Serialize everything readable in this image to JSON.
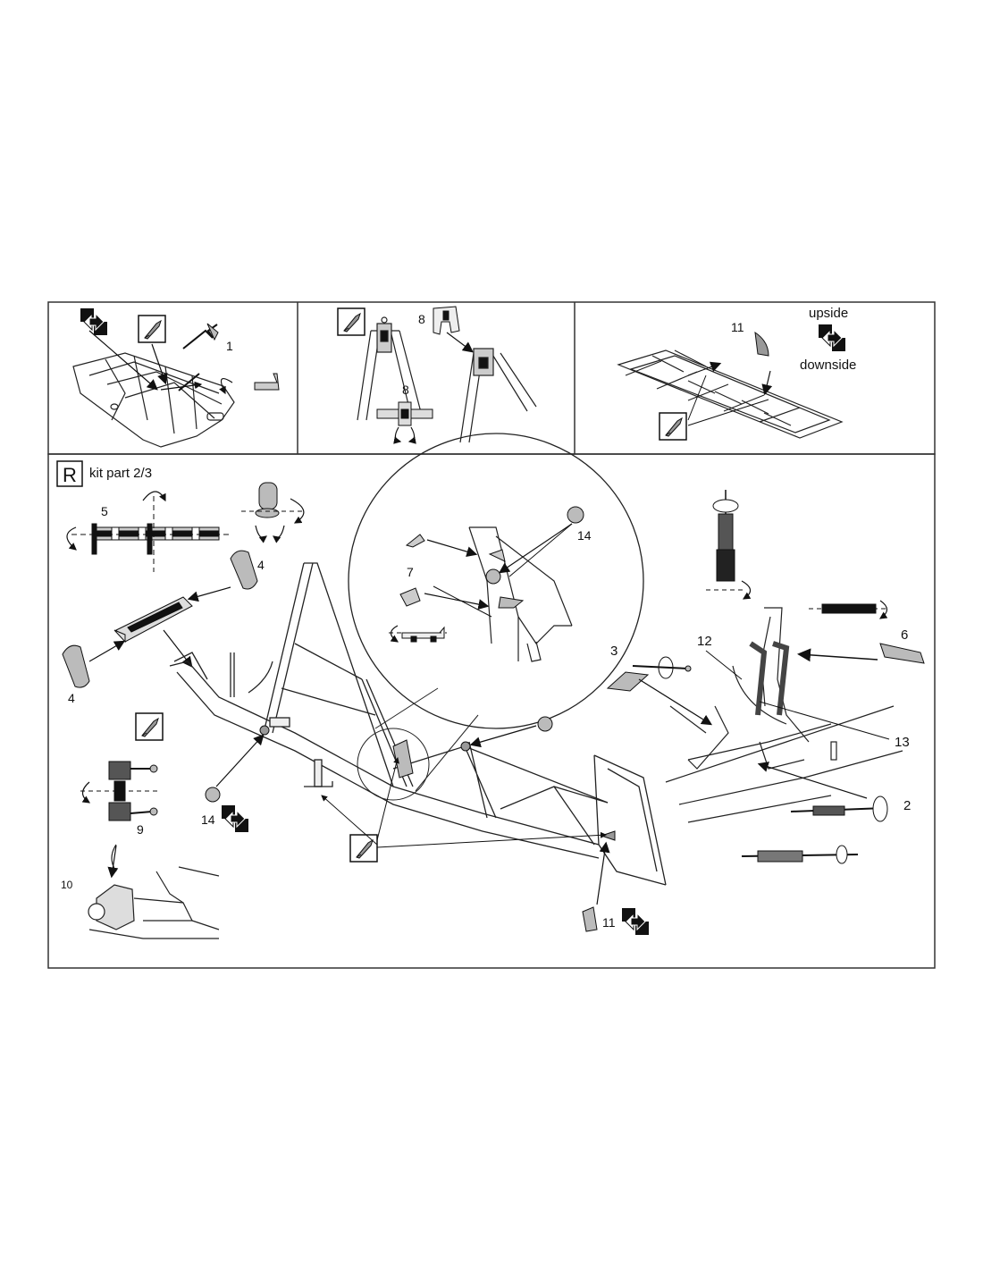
{
  "panels": {
    "top_left": {
      "part_labels": [
        "1"
      ]
    },
    "top_middle": {
      "part_labels": [
        "8",
        "8"
      ]
    },
    "top_right": {
      "part_label": "11",
      "orientation_top": "upside",
      "orientation_bottom": "downside"
    },
    "main": {
      "section_letter": "R",
      "kit_part": "kit part 2/3",
      "part_labels": {
        "p5": "5",
        "p4a": "4",
        "p4b": "4",
        "p7": "7",
        "p14a": "14",
        "p3": "3",
        "p12": "12",
        "p6": "6",
        "p13": "13",
        "p2": "2",
        "p14b": "14",
        "p9": "9",
        "p10": "10",
        "p11": "11"
      }
    }
  },
  "icons": [
    "flip-over-icon",
    "cut-knife-icon",
    "rotate-arrow-icon",
    "glue-icon"
  ],
  "colors": {
    "line": "#222222",
    "fill_gray": "#bdbdbd",
    "dark": "#111111",
    "frame": "#333333"
  }
}
